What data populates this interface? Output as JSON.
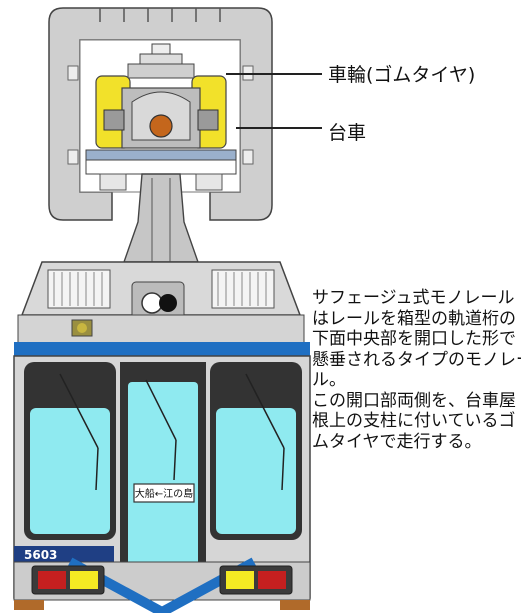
{
  "callouts": {
    "wheel": "車輪(ゴムタイヤ)",
    "bogie": "台車"
  },
  "description": {
    "paragraph1": "サフェージュ式モノレール\nはレールを箱型の軌道桁の\n下面中央部を開口した形で\n懸垂されるタイプのモノレー\nル。",
    "paragraph2": "この開口部両側を、台車屋\n根上の支柱に付いているゴ\nムタイヤで走行する。"
  },
  "train": {
    "number": "5603",
    "destination_sign": "大船←江の島"
  },
  "colors": {
    "rail_gray": "#c8c8c8",
    "bogie_yellow": "#f2e12a",
    "window_cyan": "#8feaf0",
    "stripe_blue": "#1f6fc2",
    "body_gray": "#d6d6d6"
  }
}
